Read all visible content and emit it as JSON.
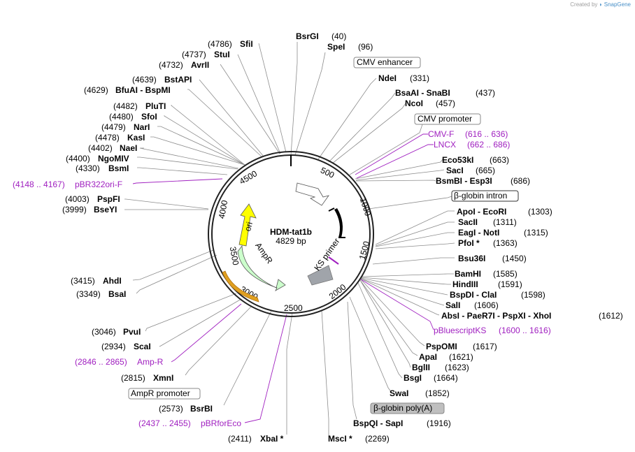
{
  "attribution": {
    "prefix": "Created by",
    "brand": "SnapGene"
  },
  "plasmid": {
    "name": "HDM-tat1b",
    "size_label": "4829 bp"
  },
  "ticks": [
    "500",
    "1000",
    "1500",
    "2000",
    "2500",
    "3000",
    "3500",
    "4000",
    "4500"
  ],
  "enzymes": [
    {
      "name": "BsrGI",
      "pos": "(40)"
    },
    {
      "name": "SpeI",
      "pos": "(96)"
    },
    {
      "name": "NdeI",
      "pos": "(331)"
    },
    {
      "name": "BsaAI - SnaBI",
      "pos": "(437)"
    },
    {
      "name": "NcoI",
      "pos": "(457)"
    },
    {
      "name": "Eco53kI",
      "pos": "(663)"
    },
    {
      "name": "SacI",
      "pos": "(665)"
    },
    {
      "name": "BsmBI - Esp3I",
      "pos": "(686)"
    },
    {
      "name": "ApoI - EcoRI",
      "pos": "(1303)"
    },
    {
      "name": "SacII",
      "pos": "(1311)"
    },
    {
      "name": "EagI - NotI",
      "pos": "(1315)"
    },
    {
      "name": "PfoI *",
      "pos": "(1363)"
    },
    {
      "name": "Bsu36I",
      "pos": "(1450)"
    },
    {
      "name": "BamHI",
      "pos": "(1585)"
    },
    {
      "name": "HindIII",
      "pos": "(1591)"
    },
    {
      "name": "BspDI - ClaI",
      "pos": "(1598)"
    },
    {
      "name": "SalI",
      "pos": "(1606)"
    },
    {
      "name": "AbsI - PaeR7I - PspXI - XhoI",
      "pos": "(1612)"
    },
    {
      "name": "PspOMI",
      "pos": "(1617)"
    },
    {
      "name": "ApaI",
      "pos": "(1621)"
    },
    {
      "name": "BglII",
      "pos": "(1623)"
    },
    {
      "name": "BsgI",
      "pos": "(1664)"
    },
    {
      "name": "SwaI",
      "pos": "(1852)"
    },
    {
      "name": "BspQI - SapI",
      "pos": "(1916)"
    },
    {
      "name": "MscI *",
      "pos": "(2269)"
    },
    {
      "name": "XbaI *",
      "pos": "(2411)"
    },
    {
      "name": "BsrBI",
      "pos": "(2573)"
    },
    {
      "name": "XmnI",
      "pos": "(2815)"
    },
    {
      "name": "ScaI",
      "pos": "(2934)"
    },
    {
      "name": "PvuI",
      "pos": "(3046)"
    },
    {
      "name": "BsaI",
      "pos": "(3349)"
    },
    {
      "name": "AhdI",
      "pos": "(3415)"
    },
    {
      "name": "BseYI",
      "pos": "(3999)"
    },
    {
      "name": "PspFI",
      "pos": "(4003)"
    },
    {
      "name": "BsmI",
      "pos": "(4330)"
    },
    {
      "name": "NgoMIV",
      "pos": "(4400)"
    },
    {
      "name": "NaeI",
      "pos": "(4402)"
    },
    {
      "name": "KasI",
      "pos": "(4478)"
    },
    {
      "name": "NarI",
      "pos": "(4479)"
    },
    {
      "name": "SfoI",
      "pos": "(4480)"
    },
    {
      "name": "PluTI",
      "pos": "(4482)"
    },
    {
      "name": "BfuAI - BspMI",
      "pos": "(4629)"
    },
    {
      "name": "BstAPI",
      "pos": "(4639)"
    },
    {
      "name": "AvrII",
      "pos": "(4732)"
    },
    {
      "name": "StuI",
      "pos": "(4737)"
    },
    {
      "name": "SfiI",
      "pos": "(4786)"
    }
  ],
  "primers": [
    {
      "name": "CMV-F",
      "range": "(616 .. 636)"
    },
    {
      "name": "LNCX",
      "range": "(662 .. 686)"
    },
    {
      "name": "pBluescriptKS",
      "range": "(1600 .. 1616)"
    },
    {
      "name": "Amp-R",
      "range": "(2846 .. 2865)"
    },
    {
      "name": "pBRforEco",
      "range": "(2437 .. 2455)"
    },
    {
      "name": "pBR322ori-F",
      "range": "(4148 .. 4167)"
    }
  ],
  "boxed_features": [
    "CMV enhancer",
    "CMV promoter",
    "β-globin intron",
    "β-globin poly(A)",
    "AmpR promoter"
  ],
  "inner_features": {
    "ks_primer": "KS primer",
    "ampr": "AmpR",
    "ori": "ori"
  },
  "colors": {
    "ori": "#ffff00",
    "ampr": "#ccffcc",
    "ampr_promoter": "#e0a020",
    "primer": "#a020c0",
    "grey_feature": "#a0a4aa",
    "polya_box": "#bfbfbf"
  }
}
